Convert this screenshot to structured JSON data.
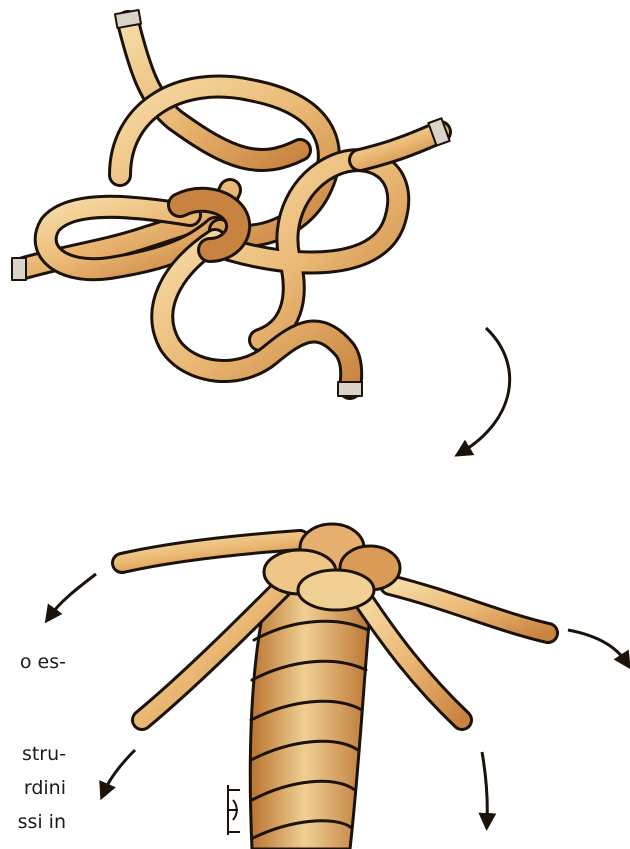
{
  "text_fragments": [
    {
      "id": "frag-1",
      "text": "o es-"
    },
    {
      "id": "frag-2",
      "text": "stru-"
    },
    {
      "id": "frag-3",
      "text": "rdini"
    },
    {
      "id": "frag-4",
      "text": "ssi in"
    }
  ],
  "colors": {
    "rope_light": "#f3d59a",
    "rope_mid": "#e2aa63",
    "rope_dark": "#b8702e",
    "outline": "#1b120a",
    "arrow": "#1b120a"
  },
  "icons": [
    "curved-arrow-icon",
    "signature-mark"
  ]
}
